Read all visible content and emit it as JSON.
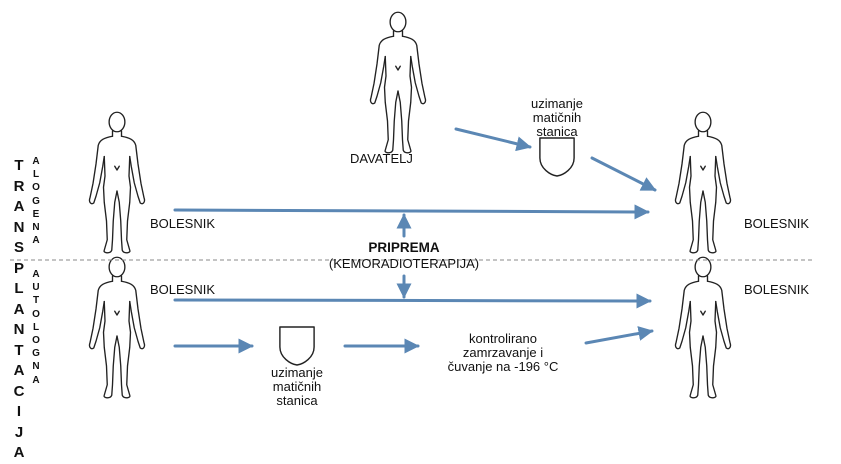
{
  "vertical": {
    "outer": [
      "T",
      "R",
      "A",
      "N",
      "S",
      "P",
      "L",
      "A",
      "N",
      "T",
      "A",
      "C",
      "I",
      "J",
      "A"
    ],
    "alogena": [
      "A",
      "L",
      "O",
      "G",
      "E",
      "N",
      "A"
    ],
    "autologna": [
      "A",
      "U",
      "T",
      "O",
      "L",
      "O",
      "G",
      "N",
      "A"
    ]
  },
  "labels": {
    "davatelj": "DAVATELJ",
    "bolesnik_left_top": "BOLESNIK",
    "bolesnik_right_top": "BOLESNIK",
    "bolesnik_left_bottom": "BOLESNIK",
    "bolesnik_right_bottom": "BOLESNIK",
    "uzimanje_top": [
      "uzimanje",
      "matičnih",
      "stanica"
    ],
    "uzimanje_bottom": [
      "uzimanje",
      "matičnih",
      "stanica"
    ],
    "priprema_title": "PRIPREMA",
    "priprema_sub": "(KEMORADIOTERAPIJA)",
    "kontrolirano": [
      "kontrolirano",
      "zamrzavanje i",
      "čuvanje na -196 °C"
    ]
  },
  "colors": {
    "arrow": "#5b87b4",
    "figure_stroke": "#222222",
    "divider": "#888888"
  },
  "icons": {
    "human": "human-figure-icon",
    "bag": "stem-cell-bag-icon"
  }
}
